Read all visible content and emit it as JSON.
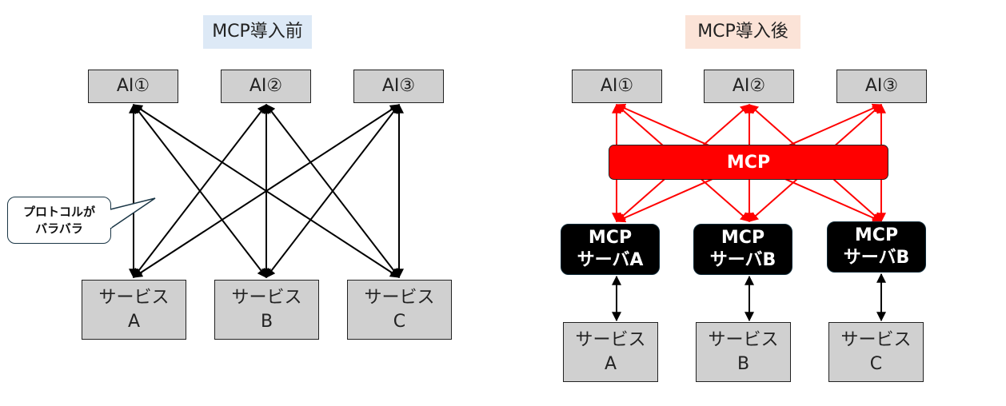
{
  "before": {
    "title": "MCP導入前",
    "ai_nodes": [
      "AI①",
      "AI②",
      "AI③"
    ],
    "services": [
      {
        "line1": "サービス",
        "line2": "A"
      },
      {
        "line1": "サービス",
        "line2": "B"
      },
      {
        "line1": "サービス",
        "line2": "C"
      }
    ],
    "callout": {
      "line1": "プロトコルが",
      "line2": "バラバラ"
    },
    "connections": "all-to-all",
    "line_color": "#000000"
  },
  "after": {
    "title": "MCP導入後",
    "ai_nodes": [
      "AI①",
      "AI②",
      "AI③"
    ],
    "mcp_bar_label": "MCP",
    "servers": [
      {
        "line1": "MCP",
        "line2": "サーバA"
      },
      {
        "line1": "MCP",
        "line2": "サーバB"
      },
      {
        "line1": "MCP",
        "line2": "サーバB"
      }
    ],
    "services": [
      {
        "line1": "サービス",
        "line2": "A"
      },
      {
        "line1": "サービス",
        "line2": "B"
      },
      {
        "line1": "サービス",
        "line2": "C"
      }
    ],
    "line_color": "#ff0000",
    "mcp_color": "#ff0000"
  },
  "colors": {
    "before_title_bg": "#dde9f6",
    "after_title_bg": "#fbe3d7",
    "node_fill": "#d0d0d0",
    "server_fill": "#000000"
  }
}
